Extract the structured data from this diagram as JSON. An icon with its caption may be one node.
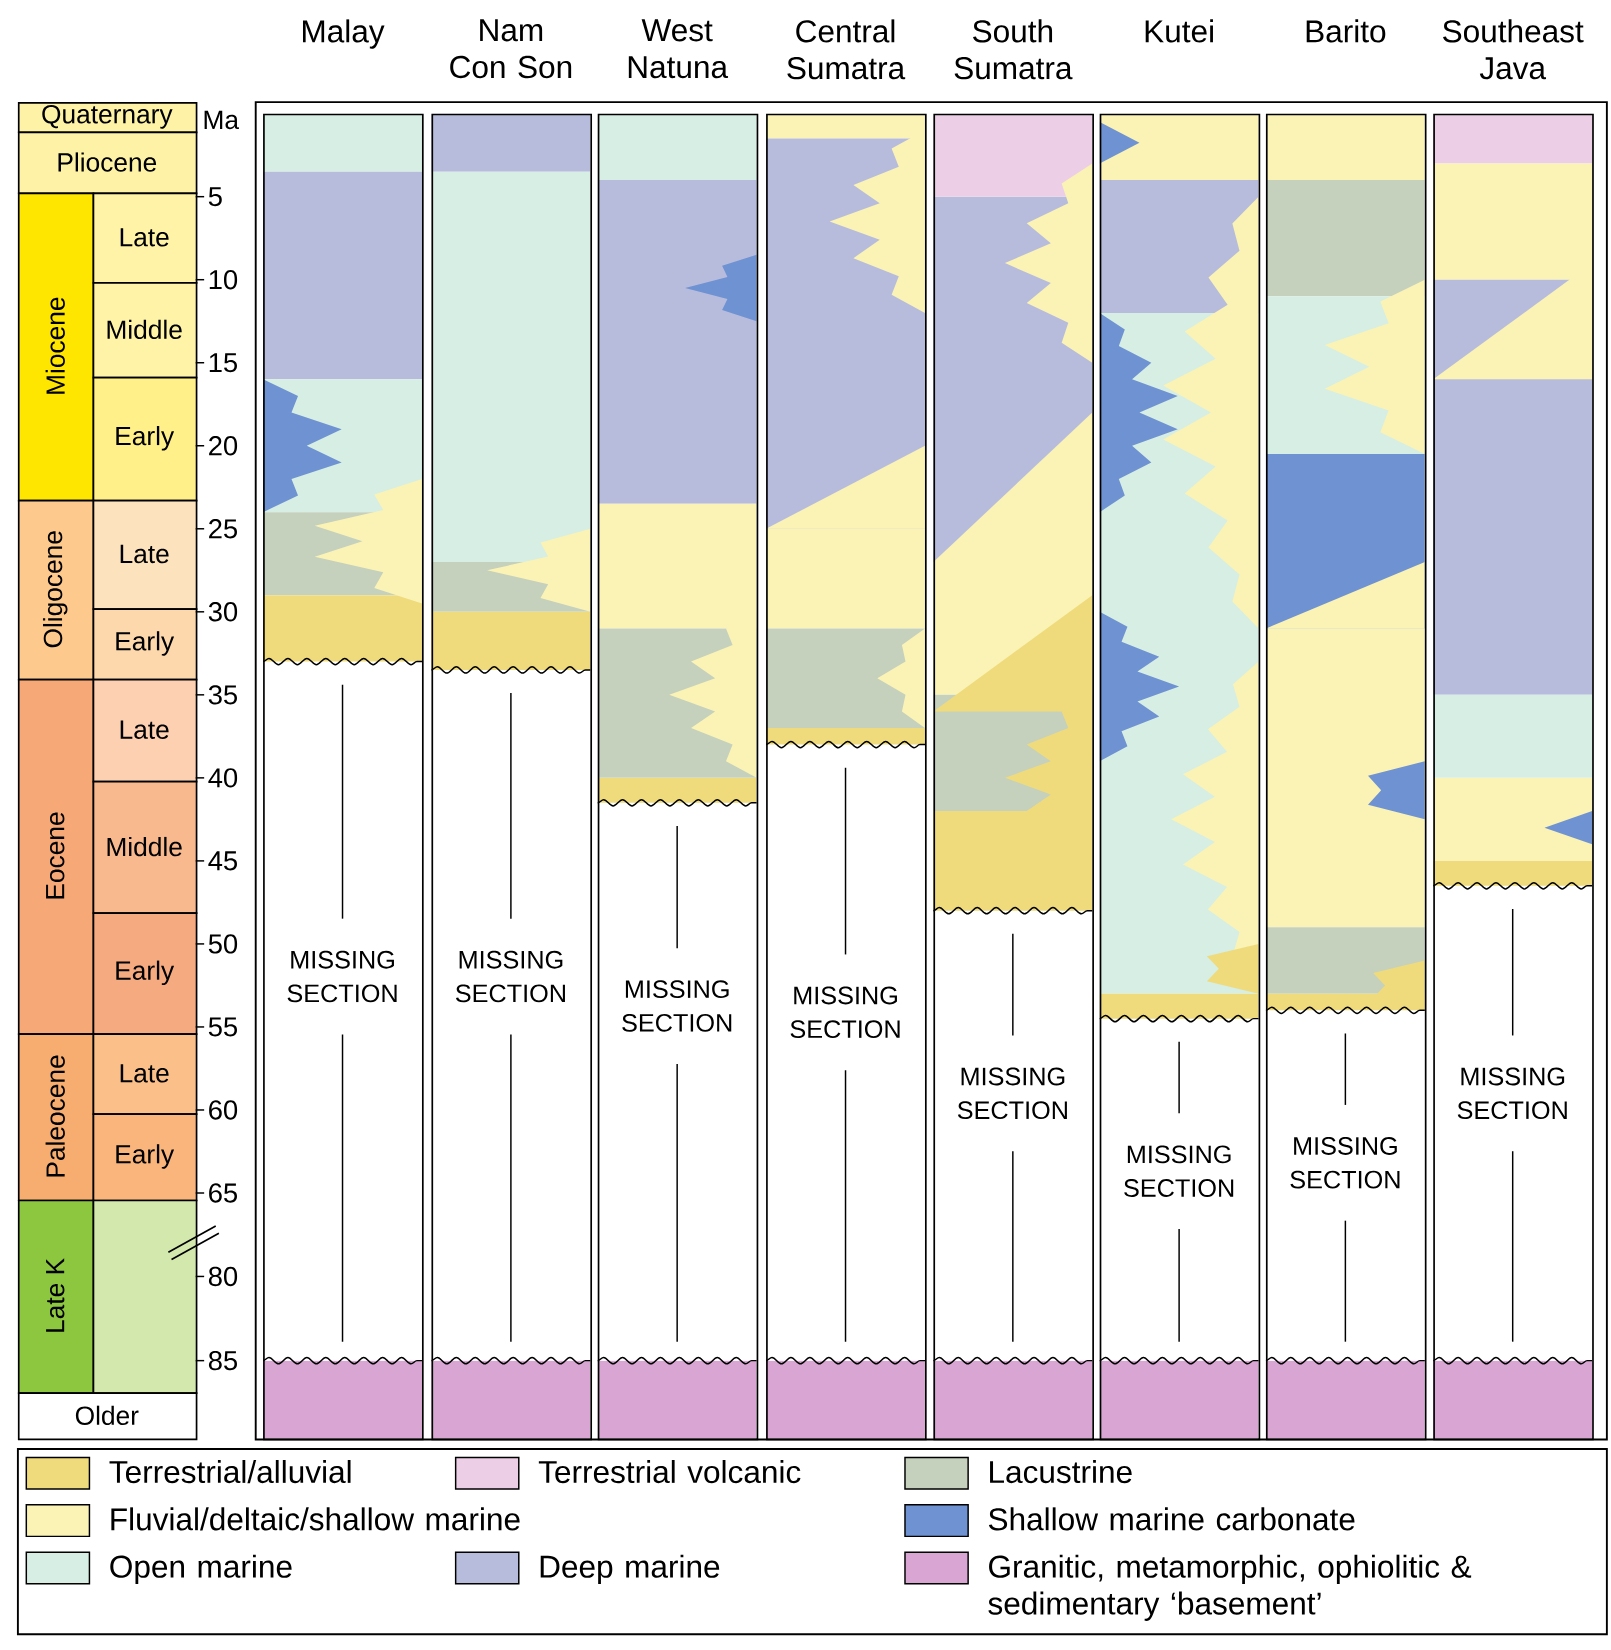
{
  "diagram": {
    "nodes": [
      {
        "text": [
          "Quaternary"
        ]
      },
      {
        "text": [
          "Pliocene"
        ]
      },
      {
        "text": [
          "Miocene"
        ]
      },
      {
        "text": [
          "Late"
        ]
      },
      {
        "text": [
          "Middle"
        ]
      },
      {
        "text": [
          "Early"
        ]
      },
      {
        "text": [
          "Oligocene"
        ]
      },
      {
        "text": [
          "Late"
        ]
      },
      {
        "text": [
          "Early"
        ]
      },
      {
        "text": [
          "Eocene"
        ]
      },
      {
        "text": [
          "Late"
        ]
      },
      {
        "text": [
          "Middle"
        ]
      },
      {
        "text": [
          "Early"
        ]
      },
      {
        "text": [
          "Paleocene"
        ]
      },
      {
        "text": [
          "Late"
        ]
      },
      {
        "text": [
          "Early"
        ]
      },
      {
        "text": [
          "Late K"
        ]
      },
      {
        "text": [],
        "shape": "box"
      },
      {
        "text": [
          "Older"
        ]
      },
      {
        "text": [
          "Malay",
          "MISSING SECTION"
        ]
      },
      {
        "text": [
          "Nam Con Son",
          "MISSING SECTION"
        ]
      },
      {
        "text": [
          "West Natuna",
          "MISSING SECTION"
        ]
      },
      {
        "text": [
          "Central Sumatra",
          "MISSING SECTION"
        ]
      },
      {
        "text": [
          "South Sumatra",
          "MISSING SECTION"
        ]
      },
      {
        "text": [
          "Kutei",
          "MISSING SECTION"
        ]
      },
      {
        "text": [
          "Barito",
          "MISSING SECTION"
        ]
      },
      {
        "text": [
          "Southeast Java",
          "MISSING SECTION"
        ]
      }
    ],
    "labels": [
      "Ma",
      "5",
      "10",
      "15",
      "20",
      "25",
      "30",
      "35",
      "40",
      "45",
      "50",
      "55",
      "60",
      "65",
      "80",
      "85"
    ],
    "legend": [
      {
        "text": "Terrestrial/alluvial",
        "color": "#efdb7c"
      },
      {
        "text": "Terrestrial volcanic",
        "color": "#eccfe6"
      },
      {
        "text": "Lacustrine",
        "color": "#c5d1bd"
      },
      {
        "text": "Fluvial/deltaic/shallow marine",
        "color": "#faf3b5"
      },
      {
        "text": "Shallow marine carbonate",
        "color": "#6f92d2"
      },
      {
        "text": "Open marine",
        "color": "#d6eee3"
      },
      {
        "text": "Deep marine",
        "color": "#b8bcdc"
      },
      {
        "text": "Granitic, metamorphic, ophiolitic & sedimentary ‘basement’",
        "color": "#d9a6d4"
      }
    ]
  }
}
